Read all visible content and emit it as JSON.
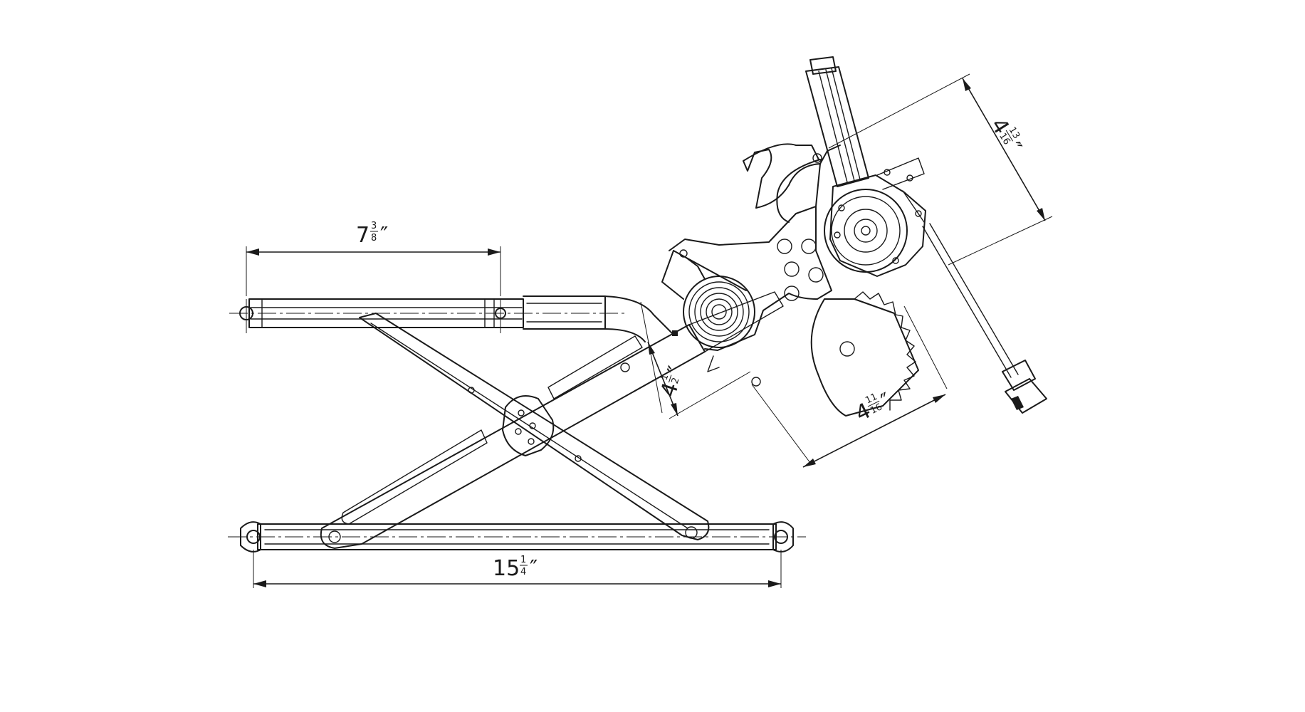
{
  "dimensions": {
    "top_arm_length": {
      "whole": "7",
      "num": "3",
      "den": "8",
      "unit": "″"
    },
    "bottom_rail_length": {
      "whole": "15",
      "num": "1",
      "den": "4",
      "unit": "″"
    },
    "motor_offset": {
      "whole": "4",
      "num": "13",
      "den": "16",
      "unit": "″"
    },
    "pulley_offset": {
      "whole": "4",
      "num": "1",
      "den": "2",
      "unit": "″"
    },
    "sector_offset": {
      "whole": "4",
      "num": "11",
      "den": "16",
      "unit": "″"
    }
  }
}
